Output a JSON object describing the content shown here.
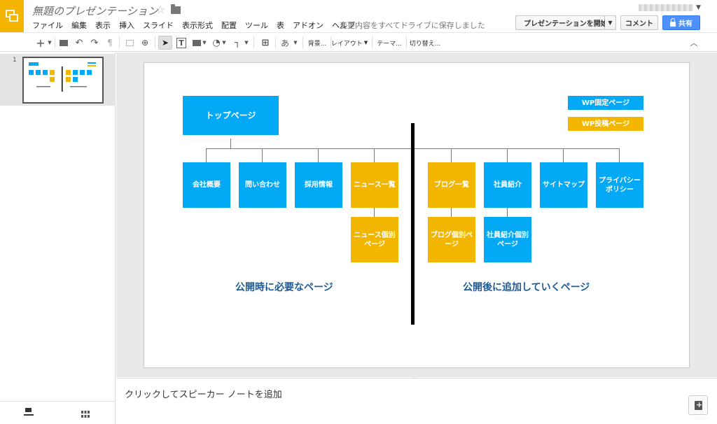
{
  "app": {
    "title": "無題のプレゼンテーション",
    "save_status": "変更内容をすべてドライブに保存しました",
    "accent_color": "#f4b400"
  },
  "menu": [
    "ファイル",
    "編集",
    "表示",
    "挿入",
    "スライド",
    "表示形式",
    "配置",
    "ツール",
    "表",
    "アドオン",
    "ヘルプ"
  ],
  "header_buttons": {
    "present": "プレゼンテーションを開始",
    "comment": "コメント",
    "share": "共有"
  },
  "toolbar": {
    "text_input": "あ",
    "background": "背景...",
    "layout": "レイアウト",
    "theme": "テーマ...",
    "transition": "切り替え..."
  },
  "filmstrip": {
    "slide_number": "1"
  },
  "slide": {
    "legend_fixed": "WP固定ページ",
    "legend_post": "WP投稿ページ",
    "top_page": "トップページ",
    "company": "会社概要",
    "contact": "問い合わせ",
    "recruit": "採用情報",
    "news_list": "ニュース一覧",
    "news_detail": "ニュース個別ページ",
    "blog_list": "ブログ一覧",
    "blog_detail": "ブログ個別ページ",
    "staff": "社員紹介",
    "staff_detail": "社員紹介個別ページ",
    "sitemap": "サイトマップ",
    "privacy": "プライバシーポリシー",
    "caption_left": "公開時に必要なページ",
    "caption_right": "公開後に追加していくページ",
    "colors": {
      "blue": "#03a9f4",
      "yellow": "#f2b600",
      "caption": "#1f5a96"
    }
  },
  "notes": {
    "placeholder": "クリックしてスピーカー ノートを追加"
  }
}
